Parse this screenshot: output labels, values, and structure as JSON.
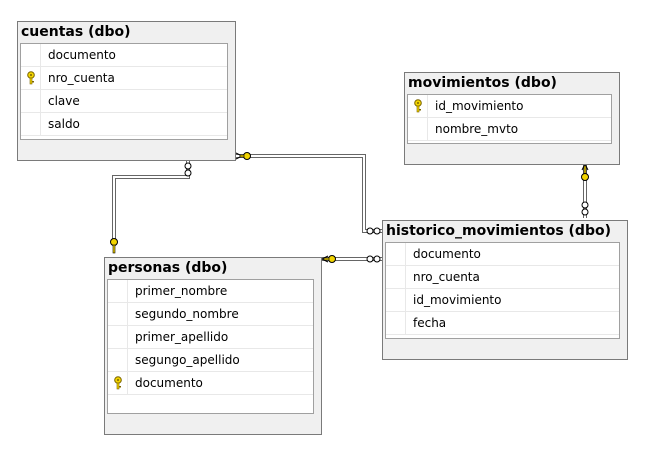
{
  "tables": {
    "cuentas": {
      "title": "cuentas (dbo)",
      "columns": [
        {
          "name": "documento",
          "pk": false
        },
        {
          "name": "nro_cuenta",
          "pk": true
        },
        {
          "name": "clave",
          "pk": false
        },
        {
          "name": "saldo",
          "pk": false
        }
      ]
    },
    "movimientos": {
      "title": "movimientos (dbo)",
      "columns": [
        {
          "name": "id_movimiento",
          "pk": true
        },
        {
          "name": "nombre_mvto",
          "pk": false
        }
      ]
    },
    "historico": {
      "title": "historico_movimientos (dbo)",
      "columns": [
        {
          "name": "documento",
          "pk": false
        },
        {
          "name": "nro_cuenta",
          "pk": false
        },
        {
          "name": "id_movimiento",
          "pk": false
        },
        {
          "name": "fecha",
          "pk": false
        }
      ]
    },
    "personas": {
      "title": "personas (dbo)",
      "columns": [
        {
          "name": "primer_nombre",
          "pk": false
        },
        {
          "name": "segundo_nombre",
          "pk": false
        },
        {
          "name": "primer_apellido",
          "pk": false
        },
        {
          "name": "segungo_apellido",
          "pk": false
        },
        {
          "name": "documento",
          "pk": true
        }
      ]
    }
  },
  "relationships": [
    {
      "from": "personas",
      "to": "cuentas"
    },
    {
      "from": "cuentas",
      "to": "historico_movimientos"
    },
    {
      "from": "personas",
      "to": "historico_movimientos"
    },
    {
      "from": "movimientos",
      "to": "historico_movimientos"
    }
  ],
  "colors": {
    "key_fill": "#f2d400",
    "key_stroke": "#7a6400",
    "line": "#666666",
    "header_bg": "#f0f0f0"
  }
}
